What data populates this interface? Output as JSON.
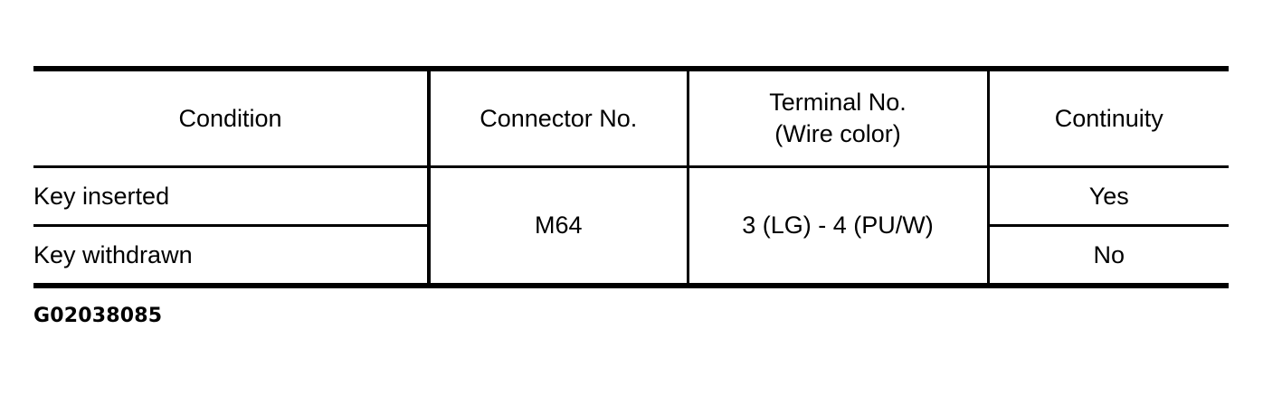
{
  "figure": {
    "caption": "G02038085"
  },
  "table": {
    "headers": [
      {
        "label": "Condition",
        "sub": ""
      },
      {
        "label": "Connector No.",
        "sub": ""
      },
      {
        "label": "Terminal No.",
        "sub": "(Wire color)"
      },
      {
        "label": "Continuity",
        "sub": ""
      }
    ],
    "rows": [
      {
        "condition": "Key inserted",
        "connector_no": "M64",
        "terminal_no": "3 (LG) - 4 (PU/W)",
        "continuity": "Yes"
      },
      {
        "condition": "Key withdrawn",
        "connector_no": "M64",
        "terminal_no": "3 (LG) - 4 (PU/W)",
        "continuity": "No"
      }
    ],
    "merged": {
      "connector_no": "M64",
      "terminal_no": "3 (LG) - 4 (PU/W)"
    }
  },
  "colors": {
    "ink": "#000000",
    "paper": "#ffffff"
  }
}
